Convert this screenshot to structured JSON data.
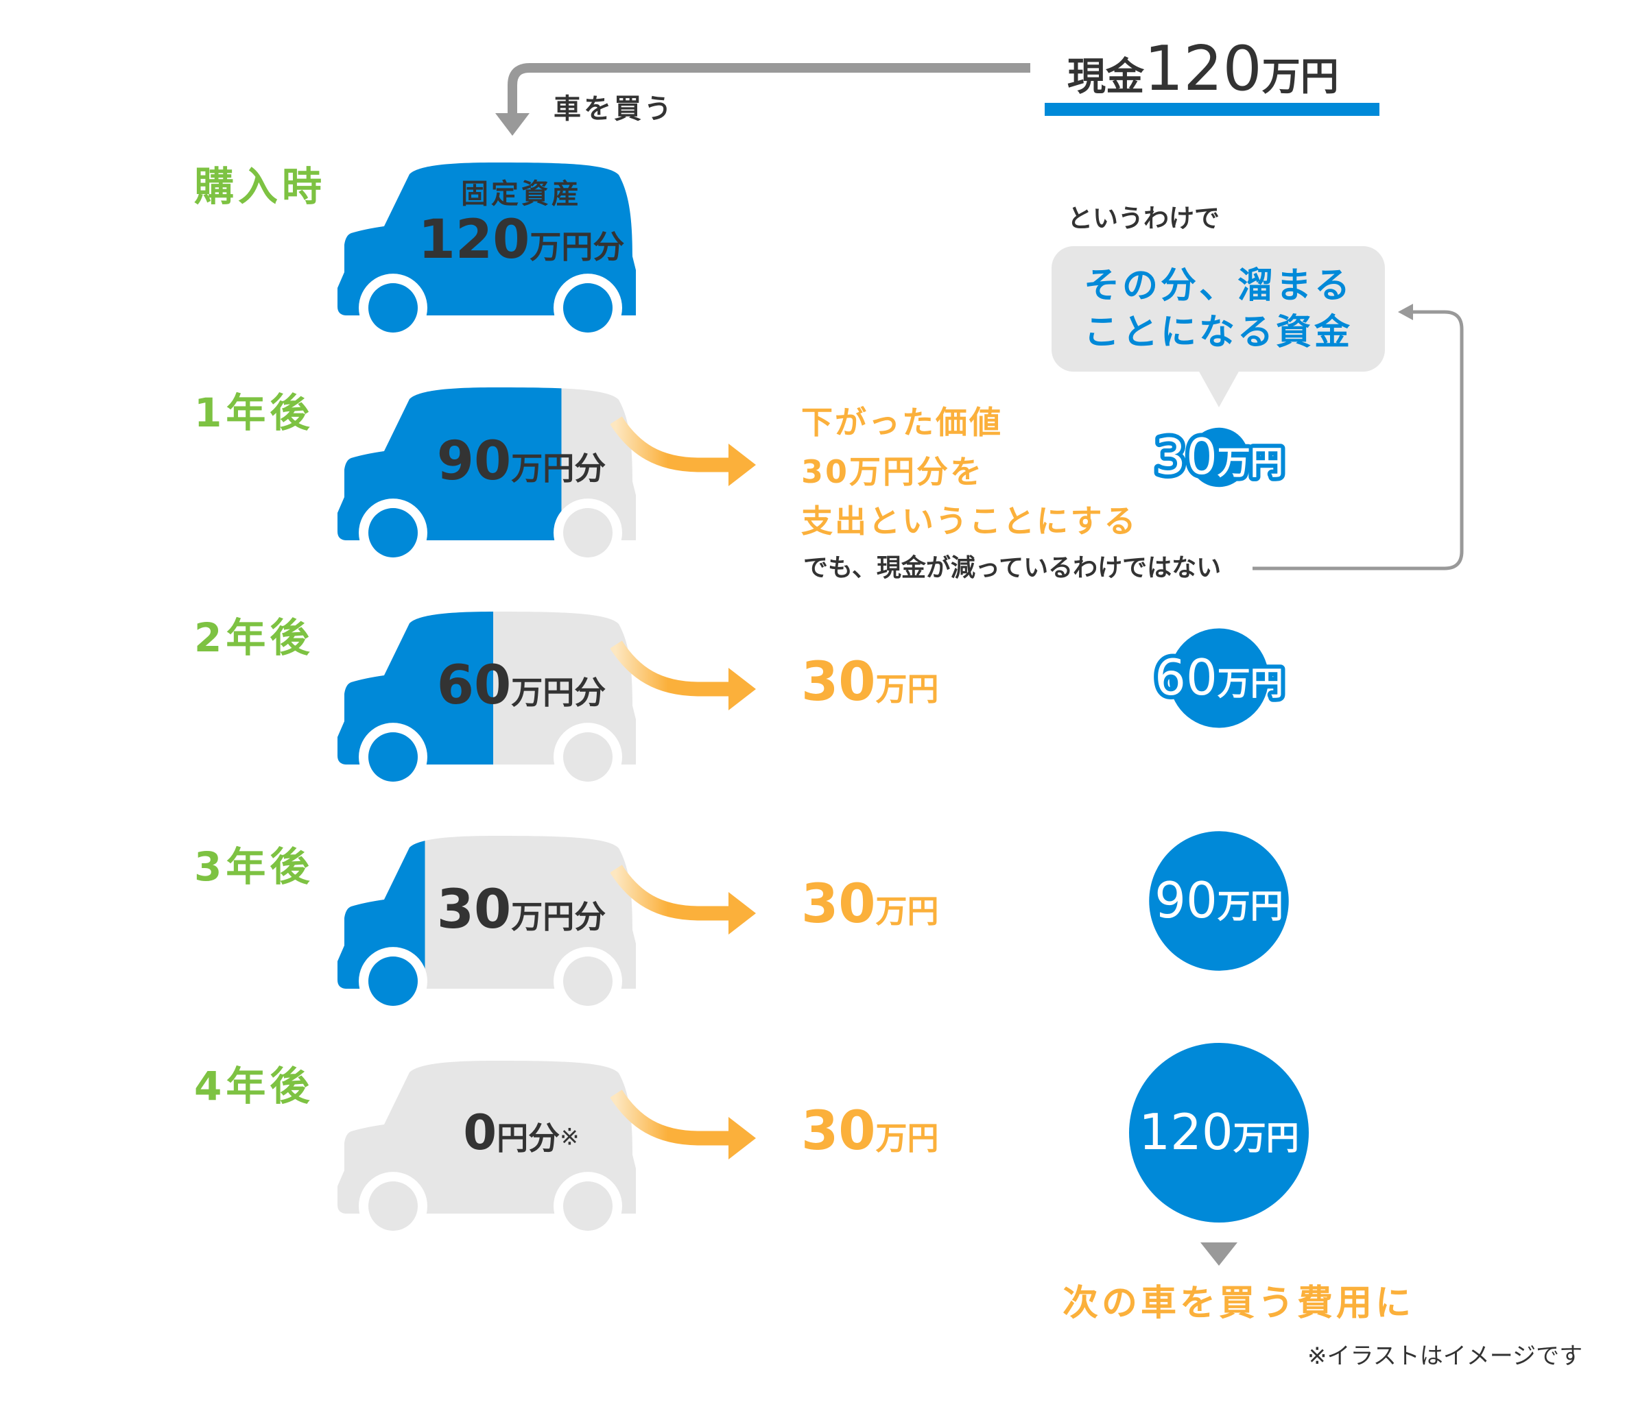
{
  "header": {
    "cash_prefix": "現金",
    "cash_number": "120",
    "cash_unit": "万円",
    "buy_car": "車を買う"
  },
  "colors": {
    "blue": "#0089d8",
    "orange": "#fbb03b",
    "green": "#7dc242",
    "gray": "#e6e6e6",
    "line": "#999999",
    "text": "#333333"
  },
  "rows": [
    {
      "label": "購入時",
      "caption": "固定資産",
      "number": "120",
      "unit": "万円分",
      "remaining_fraction": 1.0
    },
    {
      "label": "1年後",
      "number": "90",
      "unit": "万円分",
      "remaining_fraction": 0.75,
      "expense_lines": [
        "下がった価値",
        "30万円分を",
        "支出ということにする"
      ]
    },
    {
      "label": "2年後",
      "number": "60",
      "unit": "万円分",
      "remaining_fraction": 0.5,
      "expense_number": "30",
      "expense_unit": "万円"
    },
    {
      "label": "3年後",
      "number": "30",
      "unit": "万円分",
      "remaining_fraction": 0.25,
      "expense_number": "30",
      "expense_unit": "万円"
    },
    {
      "label": "4年後",
      "number": "0",
      "unit": "円分",
      "note_mark": "※",
      "remaining_fraction": 0.0,
      "expense_number": "30",
      "expense_unit": "万円"
    }
  ],
  "explanation": {
    "but_text": "でも、現金が減っているわけではない",
    "so_text": "というわけで",
    "bubble_line1": "その分、溜まる",
    "bubble_line2": "ことになる資金"
  },
  "savings": [
    {
      "number": "30",
      "unit": "万円",
      "value": 30
    },
    {
      "number": "60",
      "unit": "万円",
      "value": 60
    },
    {
      "number": "90",
      "unit": "万円",
      "value": 90
    },
    {
      "number": "120",
      "unit": "万円",
      "value": 120
    }
  ],
  "footer": {
    "next_car": "次の車を買う費用に",
    "disclaimer": "※イラストはイメージです"
  }
}
